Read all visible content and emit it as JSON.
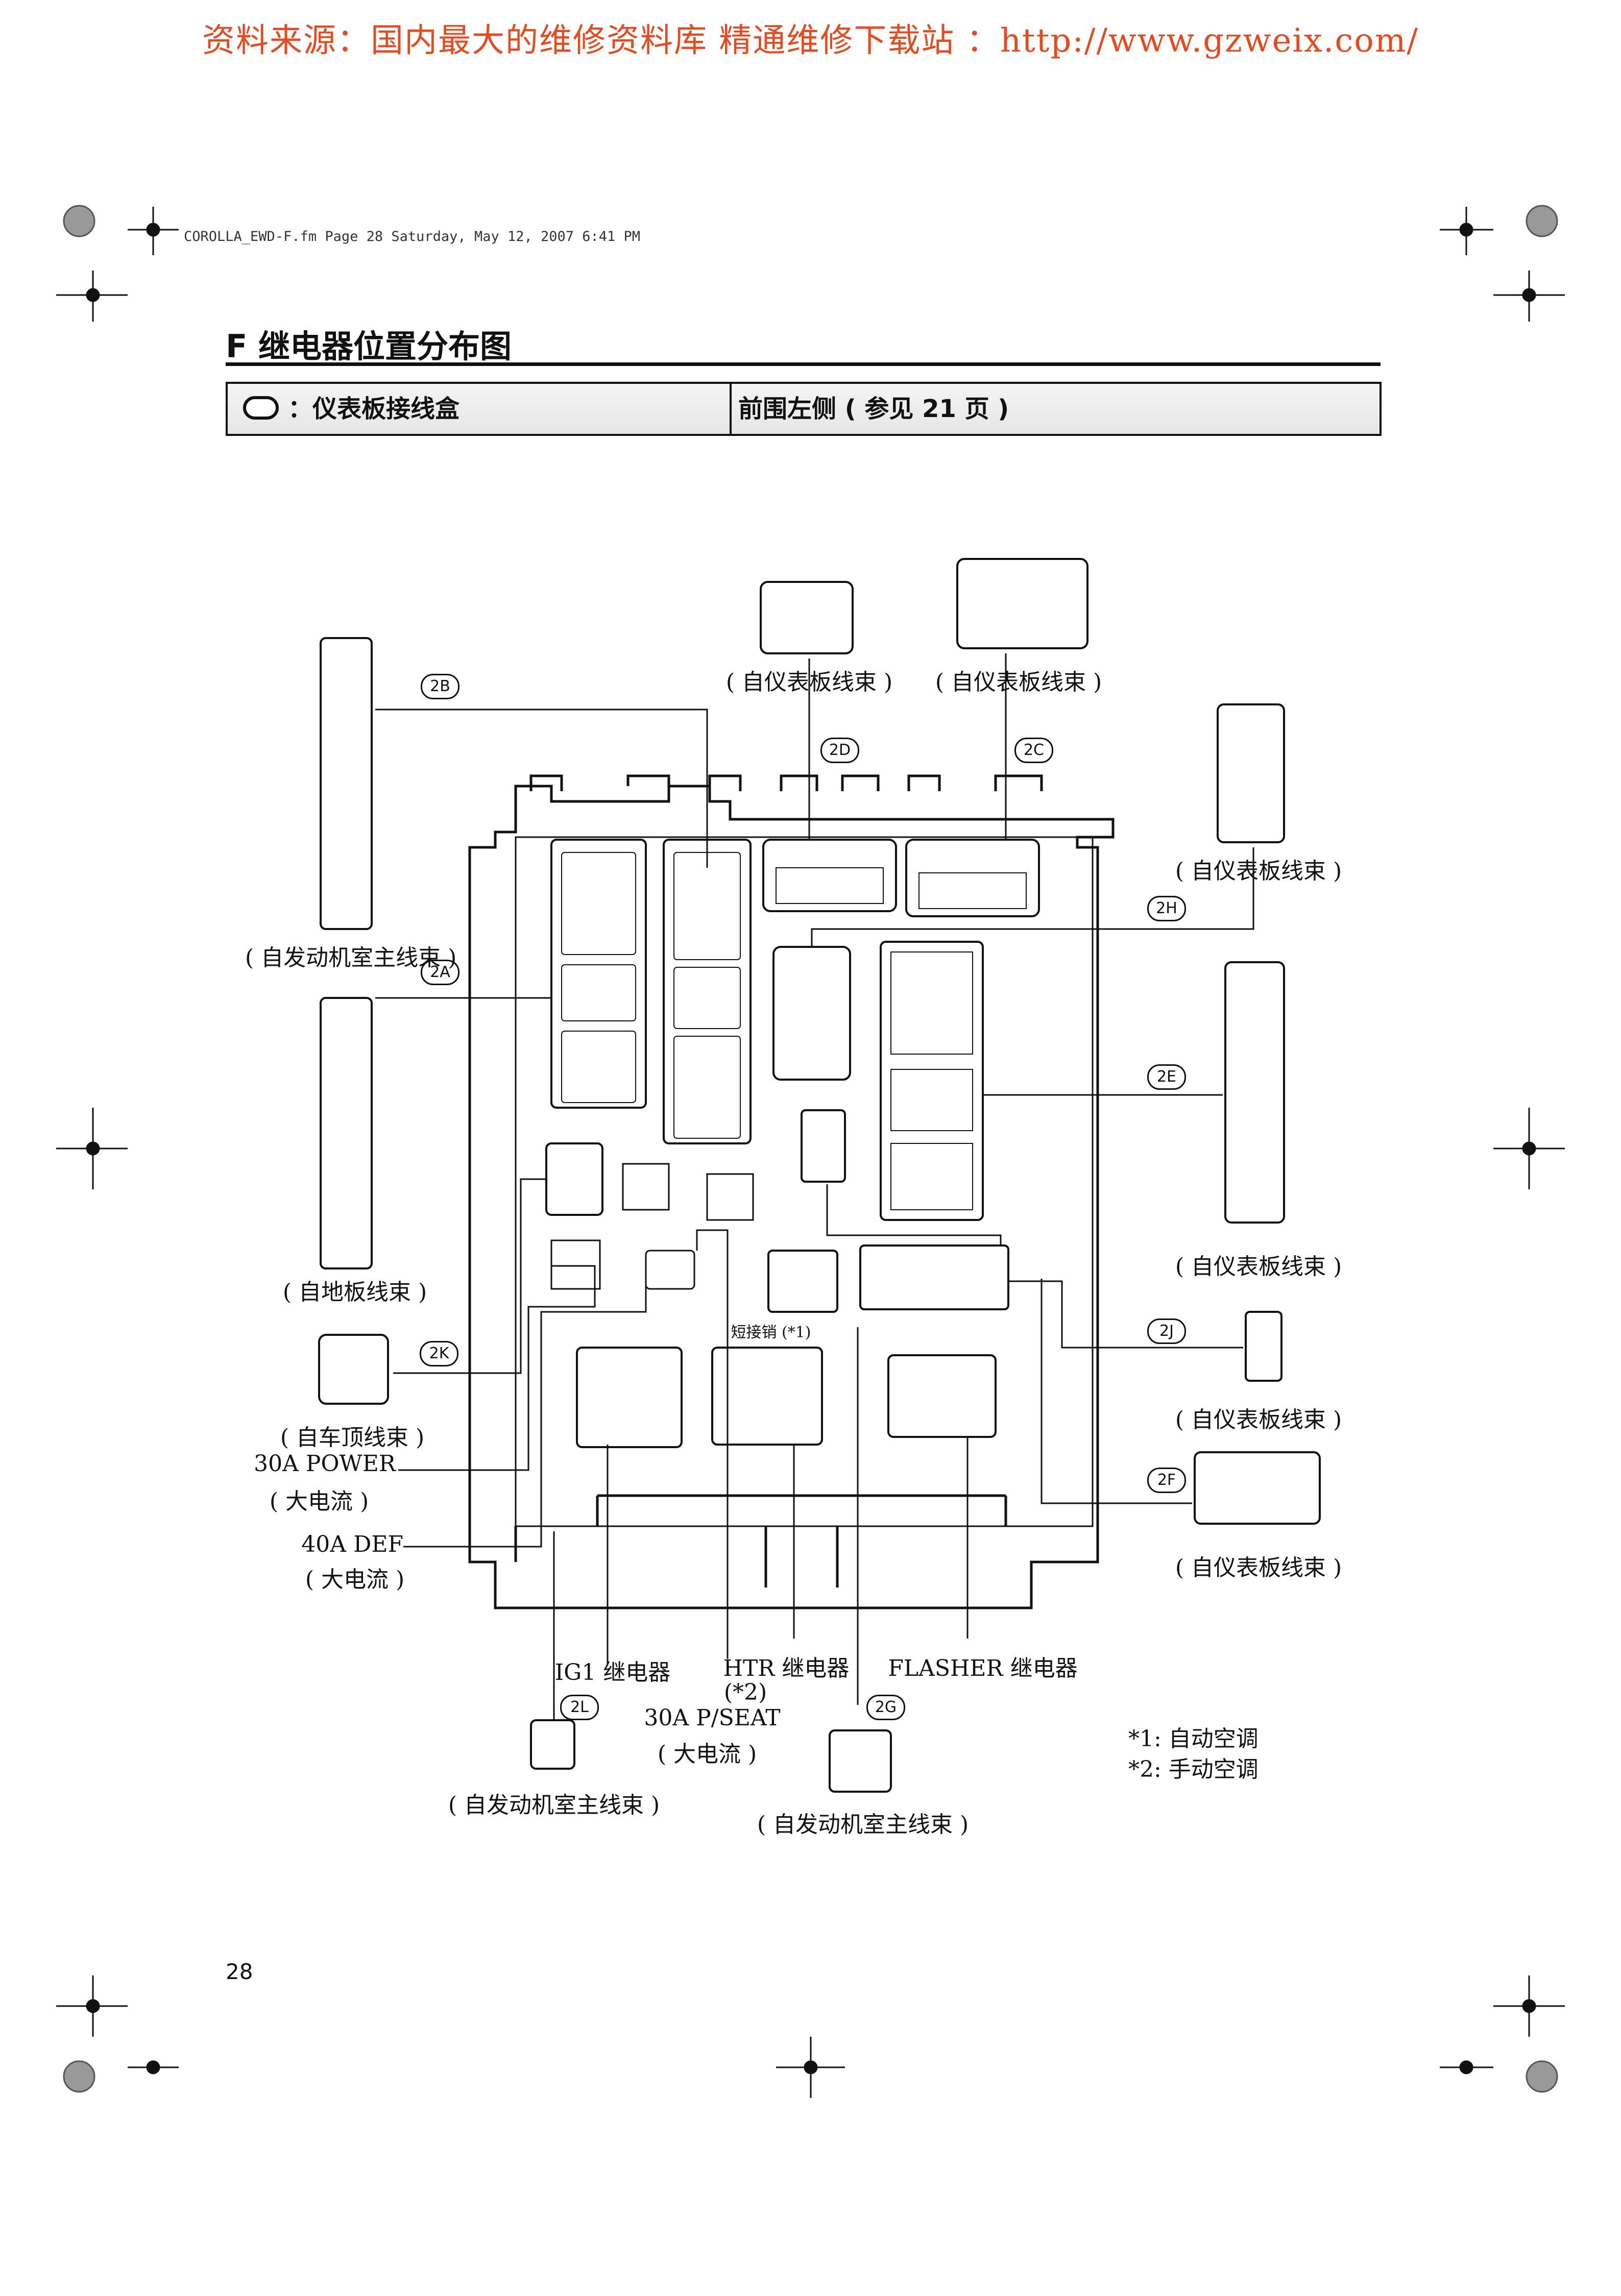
{
  "banner": "资料来源：国内最大的维修资料库 精通维修下载站 ：http://www.gzweix.com/",
  "file_info": "COROLLA_EWD-F.fm  Page 28  Saturday, May 12, 2007  6:41 PM",
  "section_title": "F 继电器位置分布图",
  "location_bar": {
    "left": "：仪表板接线盒",
    "right": "前围左侧 ( 参见 21 页 )"
  },
  "connectors": {
    "2A": "2A",
    "2B": "2B",
    "2C": "2C",
    "2D": "2D",
    "2E": "2E",
    "2F": "2F",
    "2G": "2G",
    "2H": "2H",
    "2J": "2J",
    "2K": "2K",
    "2L": "2L"
  },
  "labels": {
    "engine_main_harness_2b": "( 自发动机室主线束 )",
    "panel_harness_2d": "( 自仪表板线束 )",
    "panel_harness_2c": "( 自仪表板线束 )",
    "panel_harness_2h": "( 自仪表板线束 )",
    "floor_harness_2a": "( 自地板线束 )",
    "panel_harness_2e": "( 自仪表板线束 )",
    "roof_harness_2k": "( 自车顶线束 )",
    "panel_harness_2j": "( 自仪表板线束 )",
    "panel_harness_2f": "( 自仪表板线束 )",
    "engine_main_harness_2l": "( 自发动机室主线束 )",
    "engine_main_harness_2g": "( 自发动机室主线束 )",
    "power_30a": "30A POWER",
    "power_30a_sub": "( 大电流 )",
    "def_40a": "40A DEF",
    "def_40a_sub": "( 大电流 )",
    "ig1_relay": "IG1 继电器",
    "htr_relay": "HTR 继电器",
    "htr_note": "(*2)",
    "pseat_30a": "30A P/SEAT",
    "pseat_30a_sub": "( 大电流 )",
    "flasher_relay": "FLASHER 继电器",
    "short_pin": "短接销 (*1)"
  },
  "footnotes": [
    "*1: 自动空调",
    "*2: 手动空调"
  ],
  "page_number": "28",
  "colors": {
    "banner": "#e8491d",
    "ink": "#111111"
  }
}
